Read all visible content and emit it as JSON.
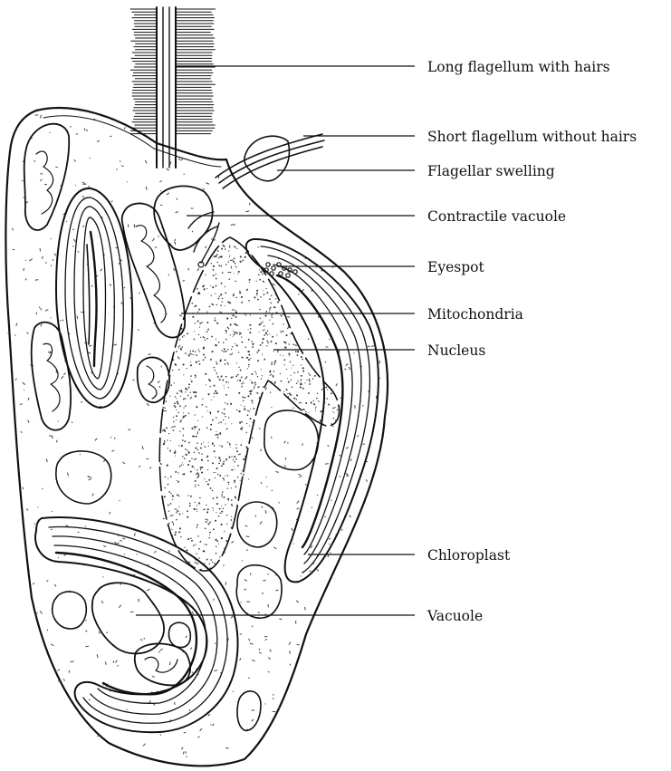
{
  "labels": {
    "long_flagellum": "Long flagellum with hairs",
    "short_flagellum": "Short  flagellum without hairs",
    "flagellar_swelling": "Flagellar swelling",
    "contractile_vacuole": "Contractile vacuole",
    "eyespot": "Eyespot",
    "mitochondria": "Mitochondria",
    "nucleus": "Nucleus",
    "chloroplast": "Chloroplast",
    "vacuole": "Vacuole"
  }
}
